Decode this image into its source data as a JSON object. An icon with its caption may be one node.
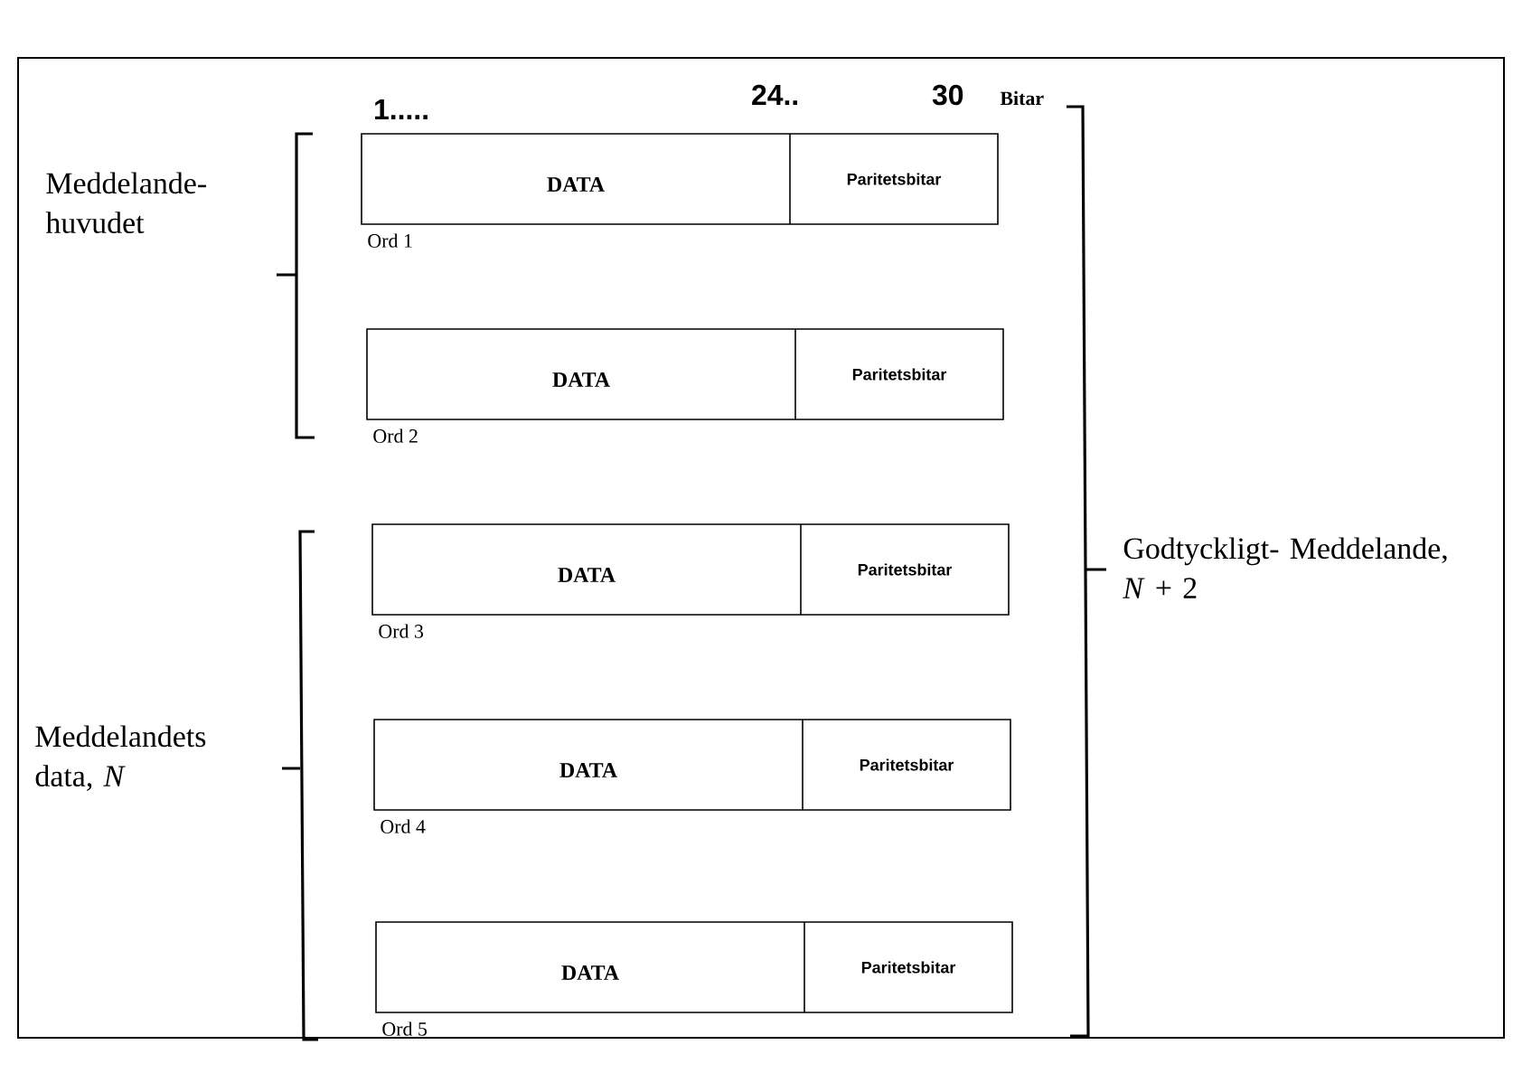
{
  "diagram": {
    "nodes": [
      {
        "text": [
          "DATA",
          "Paritetsbitar"
        ],
        "beside": [
          "Ord 1"
        ]
      },
      {
        "text": [
          "DATA",
          "Paritetsbitar"
        ],
        "beside": [
          "Ord 2"
        ]
      },
      {
        "text": [
          "DATA",
          "Paritetsbitar"
        ],
        "beside": [
          "Ord 3"
        ]
      },
      {
        "text": [
          "DATA",
          "Paritetsbitar"
        ],
        "beside": [
          "Ord 4"
        ]
      },
      {
        "text": [
          "DATA",
          "Paritetsbitar"
        ],
        "beside": [
          "Ord 5"
        ]
      }
    ],
    "labels": [
      "1.....",
      "24..",
      "30",
      "Bitar",
      "Meddelande- huvudet",
      "Meddelandets data, *N*",
      "Godtyckligt- Meddelande, *N* + 2"
    ]
  }
}
